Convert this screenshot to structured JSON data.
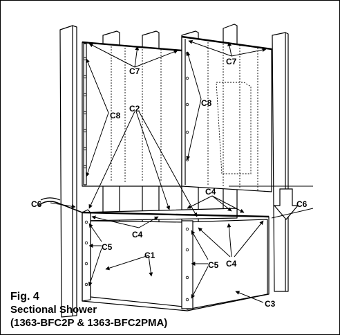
{
  "caption": {
    "figure": "Fig. 4",
    "title": "Sectional Shower",
    "models": "(1363-BFC2P & 1363-BFC2PMA)"
  },
  "callouts": {
    "c1": "C1",
    "c2": "C2",
    "c3": "C3",
    "c4": "C4",
    "c5": "C5",
    "c6": "C6",
    "c7": "C7",
    "c8": "C8"
  }
}
